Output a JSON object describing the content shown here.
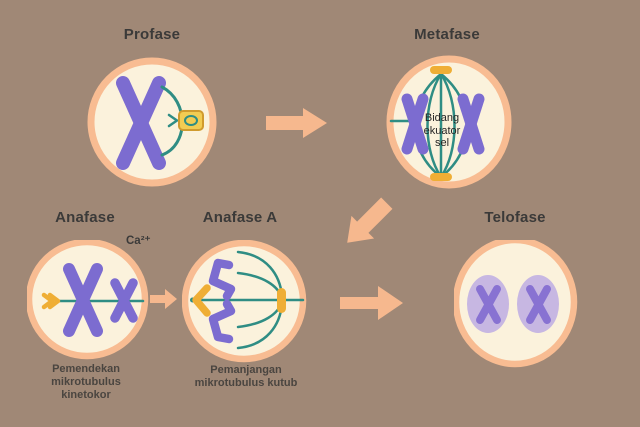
{
  "palette": {
    "background": "#a08876",
    "cell_membrane": "#f8bc92",
    "cytoplasm": "#fbf2dc",
    "chromosome_purple": "#7c6cd0",
    "spindle_teal": "#2f8d84",
    "kinetochore_gold": "#efae35",
    "nucleus_light_purple": "#c7b7e2",
    "arrow_peach": "#f6b88e",
    "text_dark": "#3b3a39"
  },
  "stages": {
    "profase": {
      "label": "Profase"
    },
    "metafase": {
      "label": "Metafase",
      "annotation_lines": [
        "Bidang",
        "ekuator",
        "sel"
      ]
    },
    "anafase": {
      "label": "Anafase",
      "ion_label": "Ca²⁺",
      "caption_lines": [
        "Pemendekan",
        "mikrotubulus",
        "kinetokor"
      ]
    },
    "anafase_a": {
      "label": "Anafase A",
      "caption_lines": [
        "Pemanjangan",
        "mikrotubulus kutub"
      ]
    },
    "telofase": {
      "label": "Telofase"
    }
  },
  "icons": {
    "arrow_profase_to_metafase": "arrow-right",
    "arrow_metafase_to_anafase": "arrow-down-left",
    "arrow_anafase_to_anafase_a": "arrow-right",
    "arrow_anafase_a_to_telofase": "arrow-right"
  }
}
